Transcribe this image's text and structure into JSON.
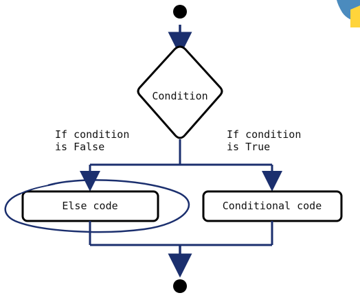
{
  "diagram": {
    "decision": {
      "label": "Condition"
    },
    "branches": {
      "false_label": [
        "If condition",
        "is False"
      ],
      "true_label": [
        "If condition",
        "is True"
      ]
    },
    "else_box": {
      "label": "Else code"
    },
    "true_box": {
      "label": "Conditional code"
    },
    "colors": {
      "line": "#1b2f6e",
      "node_stroke": "#000000",
      "highlight_ellipse": "#1b2f6e",
      "logo_blue": "#4b8bbe",
      "logo_yellow": "#ffd43b"
    }
  }
}
